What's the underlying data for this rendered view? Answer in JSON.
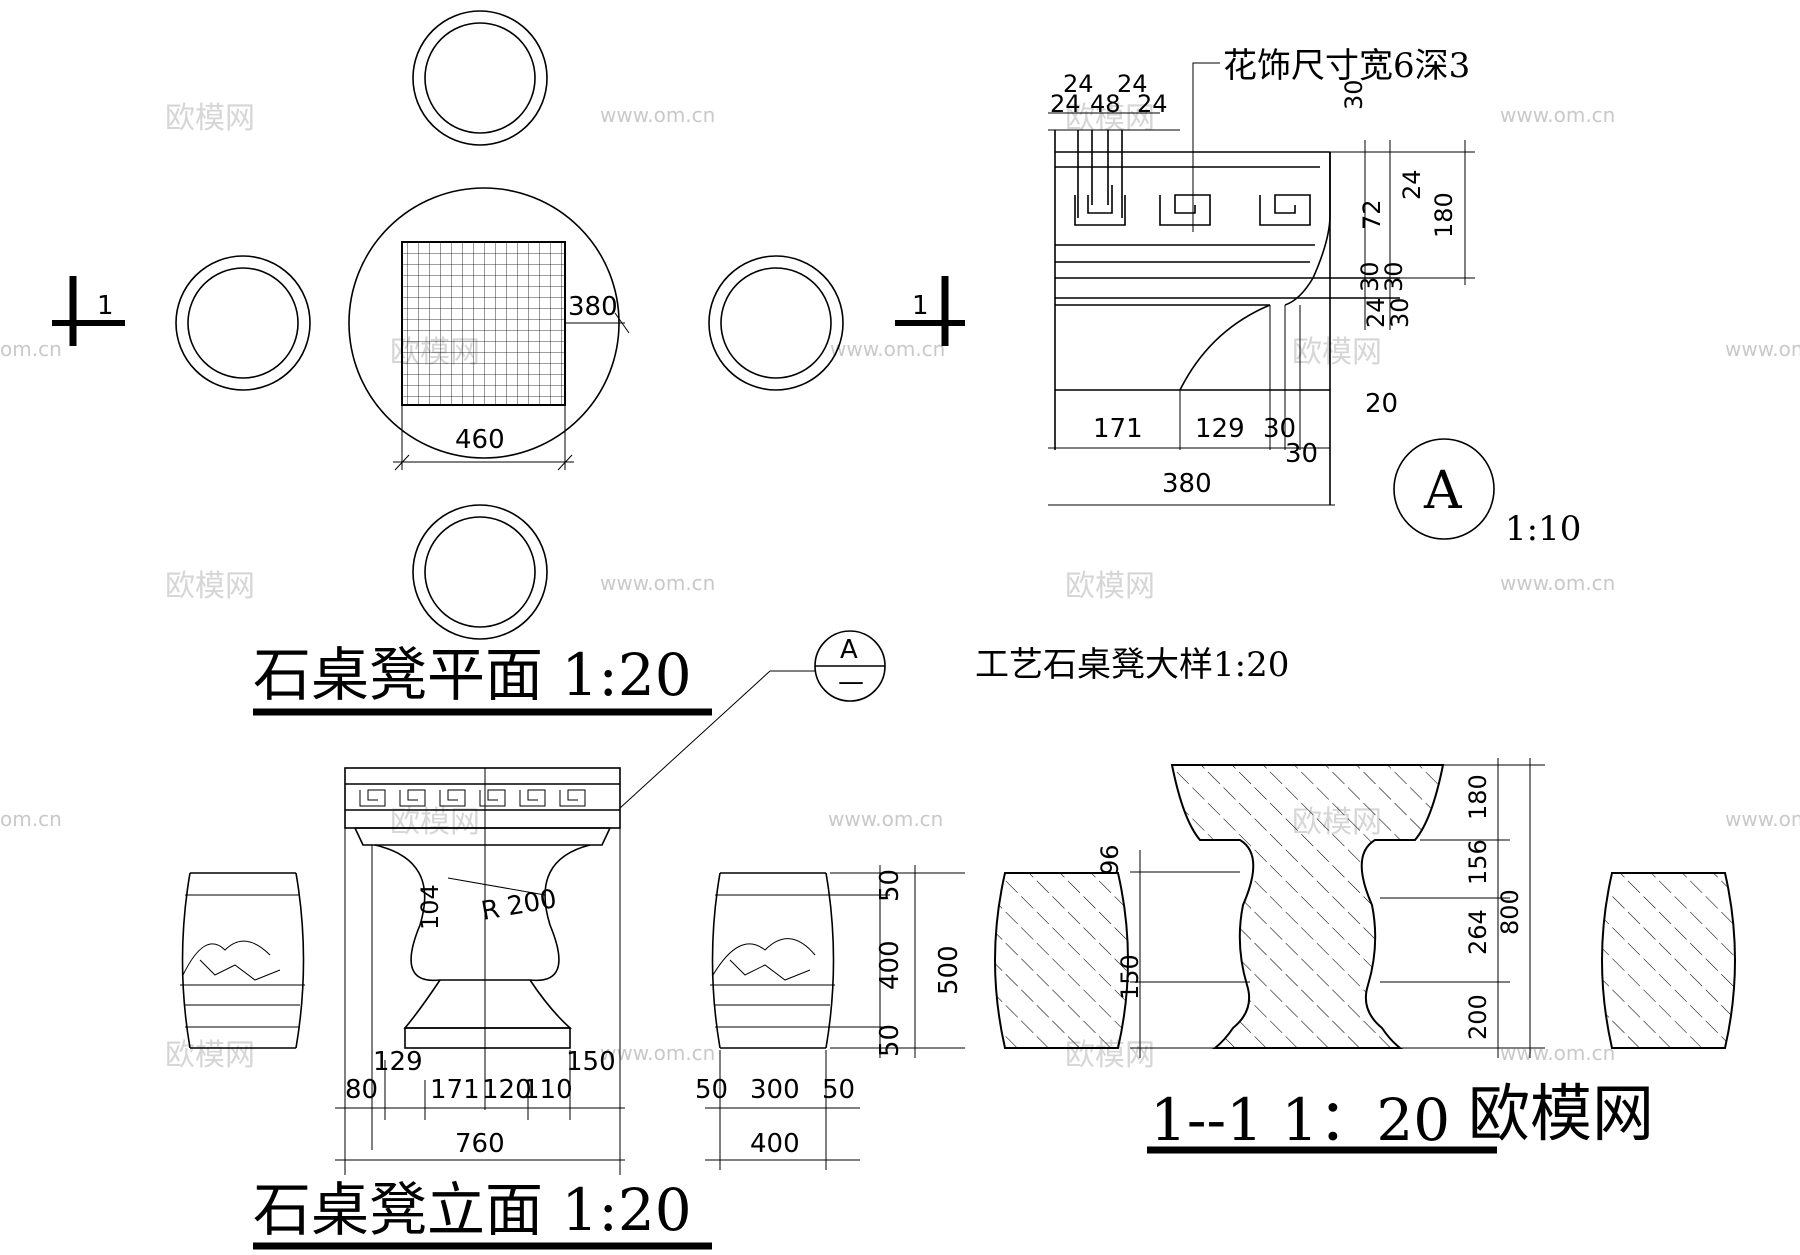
{
  "plan": {
    "title": "石桌凳平面 1:20",
    "section_mark": "1",
    "dim_tile": "380",
    "dim_table": "460"
  },
  "detail_a": {
    "note": "花饰尺寸宽6深3",
    "top_dims": [
      "24",
      "24",
      "24",
      "48",
      "24"
    ],
    "right_dims": [
      "30",
      "24",
      "72",
      "180",
      "30",
      "30",
      "24",
      "30",
      "20"
    ],
    "bottom_dims": [
      "171",
      "129",
      "30",
      "30",
      "380"
    ],
    "marker": "A",
    "scale": "1:10"
  },
  "craft_note": "工艺石桌凳大样1:20",
  "callout": {
    "letter": "A",
    "sub": "—"
  },
  "elevation": {
    "title": "石桌凳立面 1:20",
    "radius": "R 200",
    "dim_104": "104",
    "table_dims": [
      "129",
      "150",
      "80",
      "171",
      "120",
      "110",
      "760"
    ],
    "stool_dims": [
      "50",
      "300",
      "50",
      "400"
    ],
    "stool_height_dims": [
      "50",
      "400",
      "50",
      "500"
    ]
  },
  "section": {
    "title": "1--1   1：20",
    "left_dims": [
      "96",
      "150"
    ],
    "right_dims": [
      "180",
      "156",
      "264",
      "200",
      "800"
    ]
  },
  "watermark": {
    "cn": "欧模网",
    "url": "www.om.cn",
    "url_partial": "om.cn"
  },
  "brand_logo": "欧模网"
}
